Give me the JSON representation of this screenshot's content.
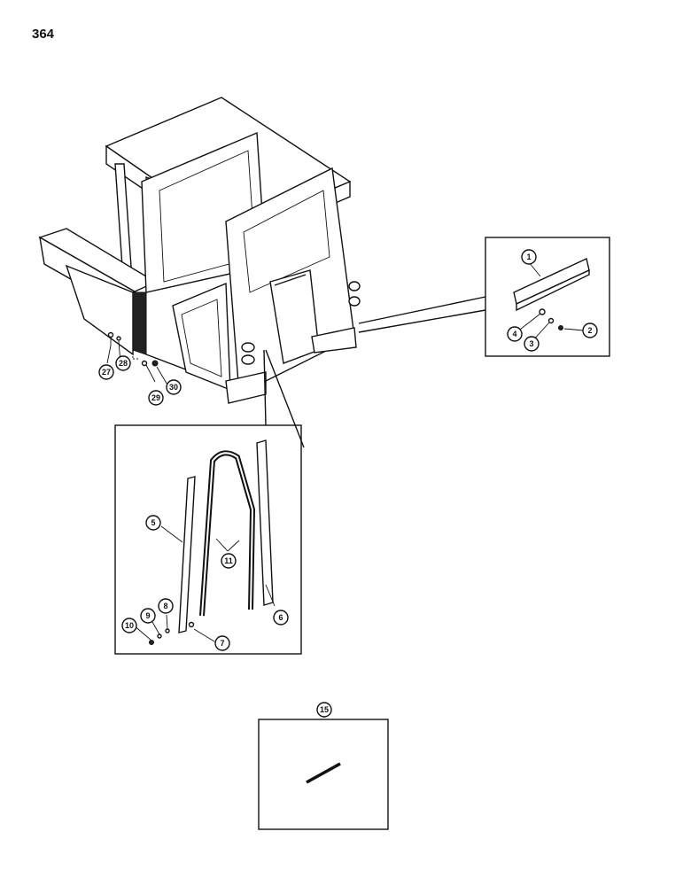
{
  "page": {
    "number": "364"
  },
  "callouts": {
    "c1": "1",
    "c2": "2",
    "c3": "3",
    "c4": "4",
    "c5": "5",
    "c6": "6",
    "c7": "7",
    "c8": "8",
    "c9": "9",
    "c10": "10",
    "c11": "11",
    "c15": "15",
    "c27": "27",
    "c28": "28",
    "c29": "29",
    "c30": "30"
  }
}
